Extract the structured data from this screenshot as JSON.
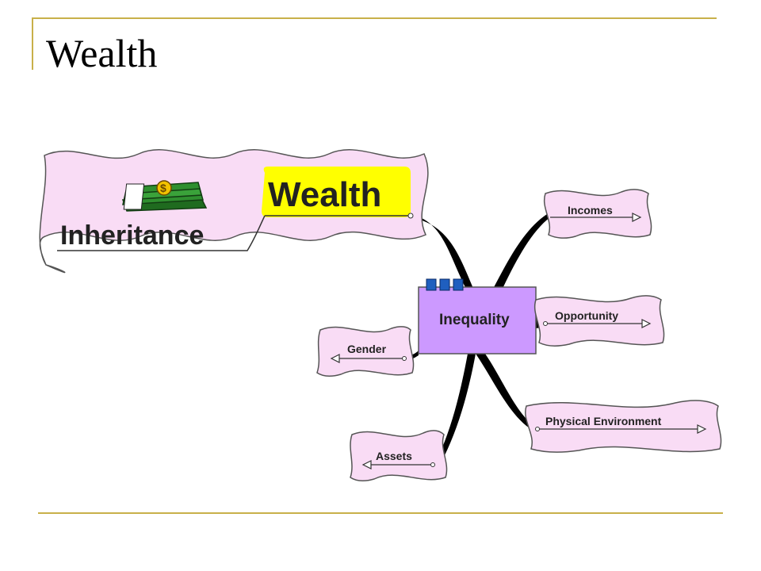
{
  "slide": {
    "title": "Wealth"
  },
  "mindmap": {
    "main_topic": "Wealth",
    "sub_topic": "Inheritance",
    "central_node": "Inequality",
    "branches": {
      "incomes": "Incomes",
      "opportunity": "Opportunity",
      "physical_environment": "Physical Environment",
      "gender": "Gender",
      "assets": "Assets"
    },
    "money_icon": {
      "name": "money-stack-icon",
      "symbol": "$"
    }
  },
  "colors": {
    "bubble_fill": "#f9dcf5",
    "bubble_stroke": "#555555",
    "wealth_highlight": "#ffff00",
    "central_fill": "#cc99ff",
    "central_handle": "#1f5fbf",
    "money_green": "#2f8f2f",
    "accent_rule": "#c8b04a"
  }
}
